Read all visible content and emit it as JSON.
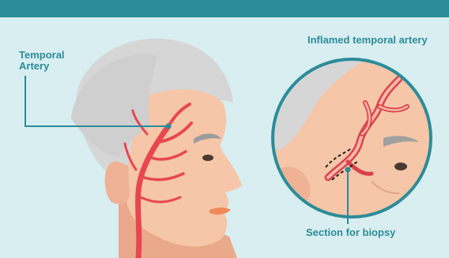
{
  "labels": {
    "temporal_artery_line1": "Temporal",
    "temporal_artery_line2": "Artery",
    "inflamed_temporal_artery": "Inflamed temporal artery",
    "section_for_biopsy": "Section for biopsy"
  },
  "colors": {
    "header_band": "#2c8c99",
    "background": "#d8eef0",
    "label_teal": "#2c8c99",
    "skin": "#f5c6a8",
    "hair": "#d9d9d9",
    "artery": "#e8474f"
  }
}
